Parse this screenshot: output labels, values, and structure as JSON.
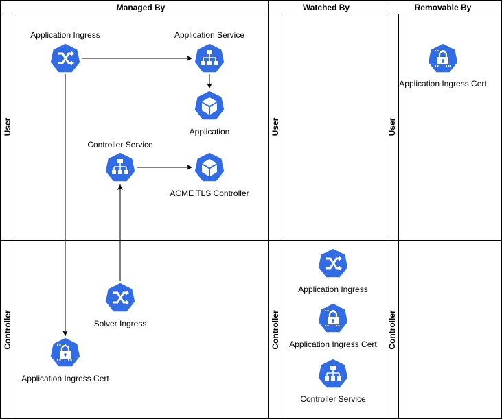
{
  "headers": {
    "managed": "Managed By",
    "watched": "Watched By",
    "removable": "Removable By"
  },
  "rows": {
    "user": "User",
    "controller": "Controller"
  },
  "managed_user": {
    "app_ingress": "Application Ingress",
    "app_service": "Application Service",
    "application": "Application",
    "controller_service": "Controller Service",
    "acme_controller": "ACME TLS Controller"
  },
  "managed_controller": {
    "solver_ingress": "Solver Ingress",
    "app_ingress_cert": "Application Ingress Cert"
  },
  "watched_controller": {
    "app_ingress": "Application Ingress",
    "app_ingress_cert": "Application Ingress Cert",
    "controller_service": "Controller Service"
  },
  "removable_user": {
    "app_ingress_cert": "Application Ingress Cert"
  },
  "icon_types": {
    "ingress": "ingress-icon",
    "service": "service-icon",
    "pod": "pod-icon",
    "cert": "cert-icon"
  },
  "colors": {
    "k8s_blue": "#326CE5",
    "line": "#000000"
  }
}
